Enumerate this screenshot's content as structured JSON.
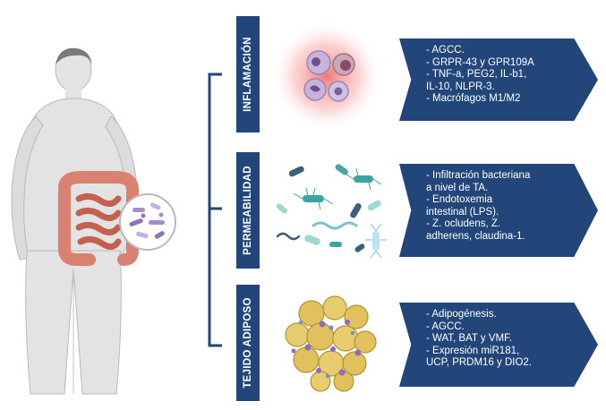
{
  "sections": [
    {
      "id": "inflamacion",
      "label": "INFLAMACIÓN",
      "items": [
        "- AGCC.",
        "- GRPR-43 y GPR109A",
        "- TNF-a, PEG2, IL-b1,",
        "IL-10, NLPR-3.",
        "- Macrófagos M1/M2"
      ]
    },
    {
      "id": "permeabilidad",
      "label": "PERMEABILIDAD",
      "items": [
        "- Infiltración  bacteriana",
        "a nivel de TA.",
        "- Endotoxemia",
        "intestinal (LPS).",
        "- Z. ocludens, Z.",
        "adherens, claudina-1."
      ]
    },
    {
      "id": "tejido-adiposo",
      "label": "TEJIDO ADIPOSO",
      "items": [
        "- Adipogénesis.",
        "- AGCC.",
        "- WAT, BAT y VMF.",
        "- Expresión miR181,",
        "UCP, PRDM16 y DIO2."
      ]
    }
  ],
  "colors": {
    "panel": "#22457a",
    "bracket": "#22457a",
    "body": "#e3e3e3",
    "gut": "#d9826f",
    "inflammation_glow": "#f26a6a",
    "adipocyte": "#e0c15e",
    "bacteria_teal": "#3aa5a0",
    "bacteria_purple": "#a58ccc"
  },
  "icons": [
    "human-body-icon",
    "intestine-icon",
    "microbiota-magnifier-icon",
    "immune-cells-icon",
    "bacteria-icon",
    "adipose-tissue-icon"
  ]
}
